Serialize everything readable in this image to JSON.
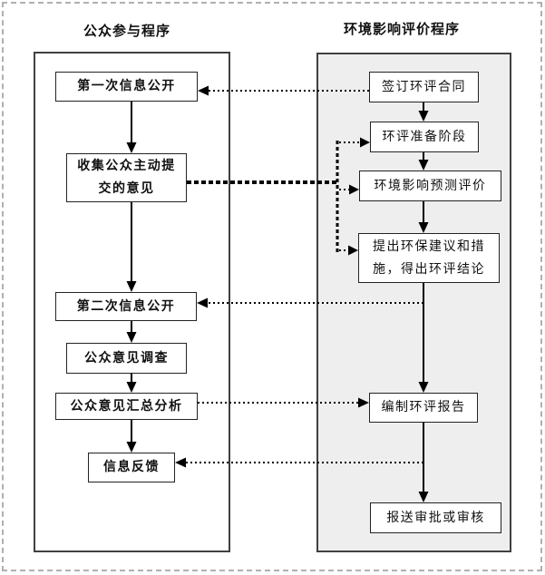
{
  "diagram": {
    "left_column": {
      "title": "公众参与程序",
      "boxes": [
        {
          "label": "第一次信息公开"
        },
        {
          "line1": "收集公众主动提",
          "line2": "交的意见"
        },
        {
          "label": "第二次信息公开"
        },
        {
          "label": "公众意见调查"
        },
        {
          "label": "公众意见汇总分析"
        },
        {
          "label": "信息反馈"
        }
      ]
    },
    "right_column": {
      "title": "环境影响评价程序",
      "boxes": [
        {
          "label": "签订环评合同"
        },
        {
          "label": "环评准备阶段"
        },
        {
          "label": "环境影响预测评价"
        },
        {
          "line1": "提出环保建议和措",
          "line2": "施，得出环评结论"
        },
        {
          "label": "编制环评报告"
        },
        {
          "label": "报送审批或审核"
        }
      ]
    },
    "colors": {
      "line": "#000000",
      "box_border": "#232323",
      "container_border": "#404040",
      "right_container_fill": "#eeeeee",
      "page_border": "#b0b0b0",
      "background": "#ffffff"
    }
  }
}
